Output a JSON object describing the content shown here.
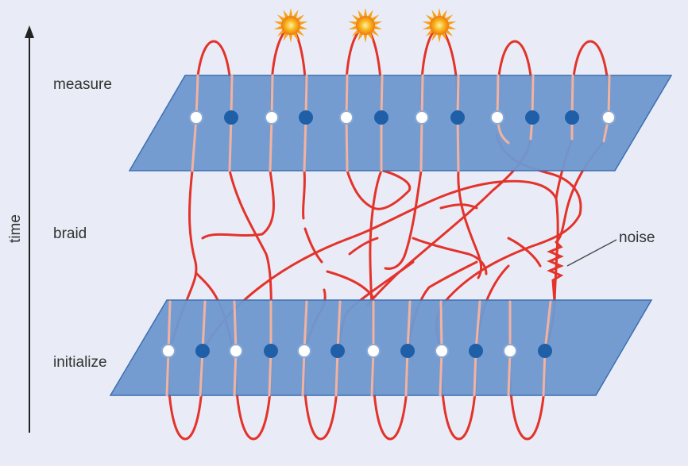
{
  "labels": {
    "measure": "measure",
    "braid": "braid",
    "initialize": "initialize",
    "noise": "noise",
    "time": "time"
  },
  "colors": {
    "background": "#e9ecf6",
    "plane_fill": "#6f98cf",
    "plane_edge": "#3c6fb0",
    "worldline": "#e3332b",
    "worldline_inside_plane": "#f2b2a0",
    "particle_filled": "#1f5fa8",
    "particle_hollow": "#ffffff",
    "flash": "#f7a21b"
  },
  "icons": {
    "measurement_outcome": "starburst-icon",
    "time_axis": "arrow-up-icon"
  },
  "counts": {
    "particles_per_plane": 12,
    "flashes": 3
  }
}
